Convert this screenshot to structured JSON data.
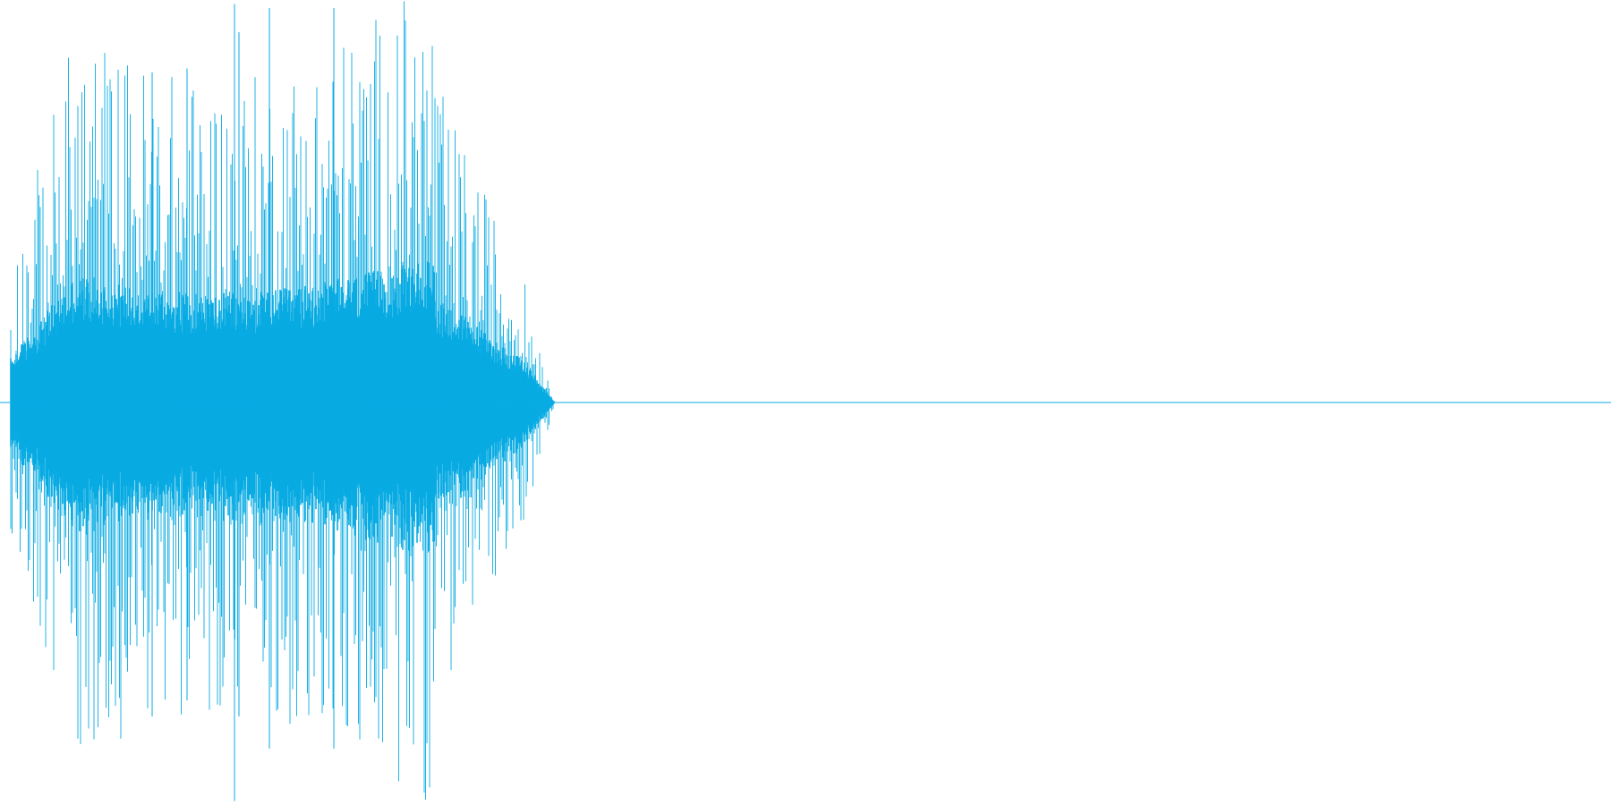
{
  "waveform": {
    "color": "#08ABE3",
    "background": "#FFFFFF",
    "description_name": "audio-waveform",
    "active_fraction_of_width": 0.3,
    "peak_amplitude_fraction": 1.0,
    "baseline_fraction_from_top": 0.5
  }
}
